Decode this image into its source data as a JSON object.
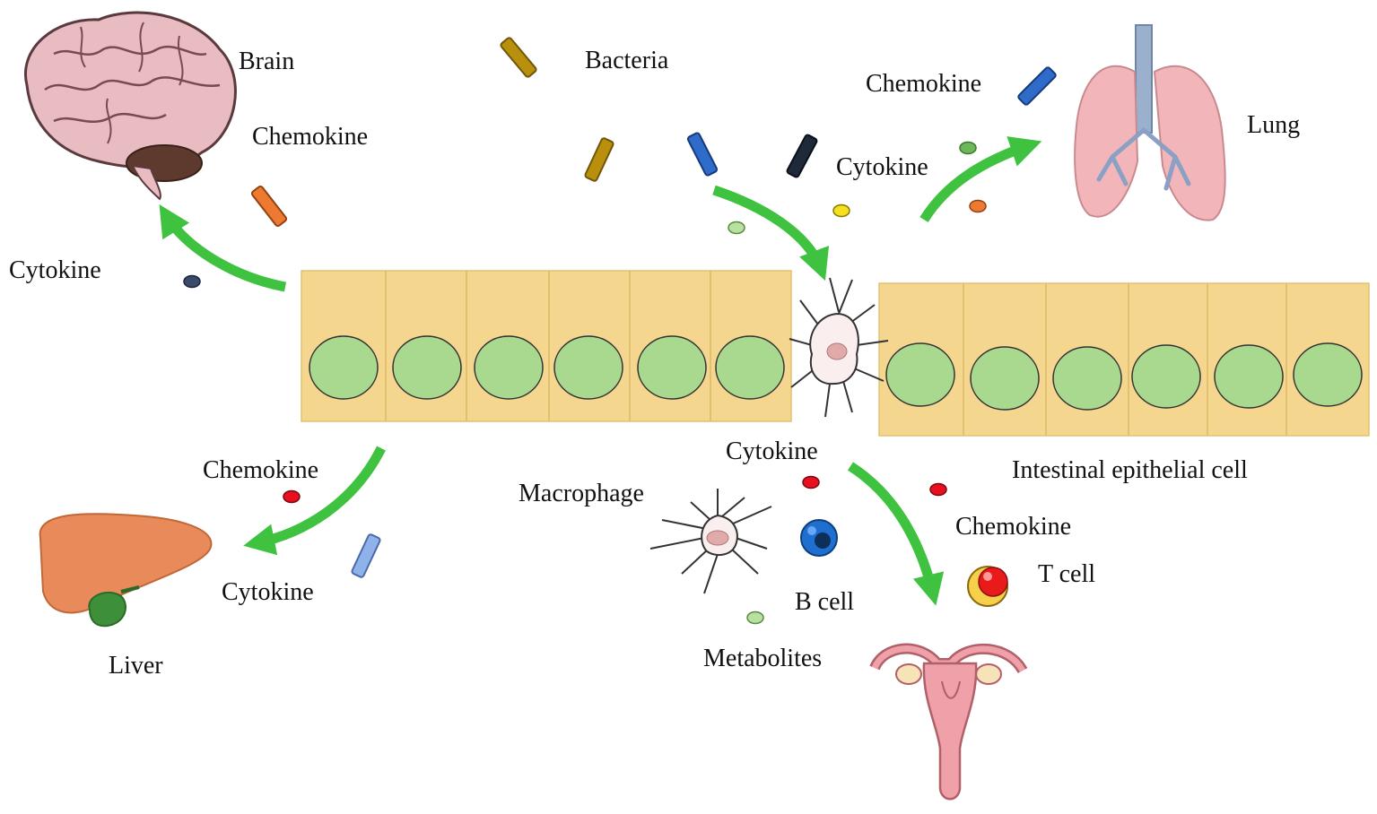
{
  "labels": {
    "brain": "Brain",
    "bacteria": "Bacteria",
    "chemokine_top_right": "Chemokine",
    "lung": "Lung",
    "chemokine_brain": "Chemokine",
    "cytokine_top_right": "Cytokine",
    "cytokine_left": "Cytokine",
    "chemokine_liver": "Chemokine",
    "cytokine_liver": "Cytokine",
    "liver": "Liver",
    "cytokine_center": "Cytokine",
    "intestinal_epithelial_cell": "Intestinal epithelial cell",
    "macrophage": "Macrophage",
    "chemokine_bottom": "Chemokine",
    "t_cell": "T cell",
    "b_cell": "B cell",
    "metabolites": "Metabolites"
  },
  "colors": {
    "arrow": "#3fc23f",
    "epithelium": "#f5d68e",
    "nucleus": "#a8d98e",
    "bacteria_gold": "#b8900e",
    "bacteria_blue": "#2f6bc9",
    "bacteria_black": "#1e2a3a",
    "chemokine_orange": "#ee7a32",
    "chemokine_red": "#e8101e",
    "chemokine_lightblue": "#8fb2ea",
    "brain_pink": "#e8bcc0",
    "lung_pink": "#f2b6ba",
    "liver_orange": "#e88a5a",
    "uterus_pink": "#f0a0a8"
  }
}
